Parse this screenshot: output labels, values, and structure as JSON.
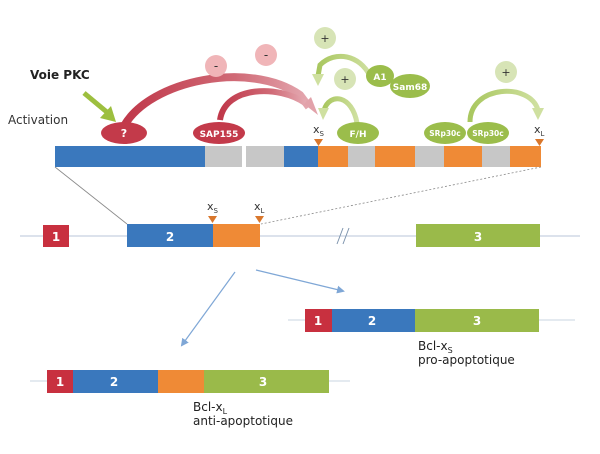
{
  "pathway": {
    "voie_pkc": "Voie PKC",
    "activation": "Activation"
  },
  "factors": {
    "unknown": "?",
    "sap155": "SAP155",
    "fh": "F/H",
    "a1": "A1",
    "sam68": "Sam68",
    "srp30c_a": "SRp30c",
    "srp30c_b": "SRp30c"
  },
  "signs": {
    "minus_1": "-",
    "minus_2": "-",
    "plus_1": "+",
    "plus_2": "+",
    "plus_3": "+"
  },
  "splice_sites": {
    "xs": "x",
    "xs_sub": "S",
    "xl": "x",
    "xl_sub": "L"
  },
  "exons": {
    "e1": "1",
    "e2": "2",
    "e3": "3"
  },
  "products": {
    "bclxs_name": "Bcl-x",
    "bclxs_sub": "S",
    "bclxs_desc": "pro-apoptotique",
    "bclxl_name": "Bcl-x",
    "bclxl_sub": "L",
    "bclxl_desc": "anti-apoptotique"
  },
  "colors": {
    "exon1": "#c8303f",
    "exon2": "#3a78bd",
    "alt_exon": "#ef8a36",
    "exon3": "#9aba4a",
    "intron": "#c7c7c7",
    "factor_red": "#c33a4a",
    "factor_green": "#9bbd4b",
    "sign_pink": "#f0b5b8",
    "sign_green": "#d7e4b6",
    "pkc_arrow": "#9dbf3f"
  }
}
